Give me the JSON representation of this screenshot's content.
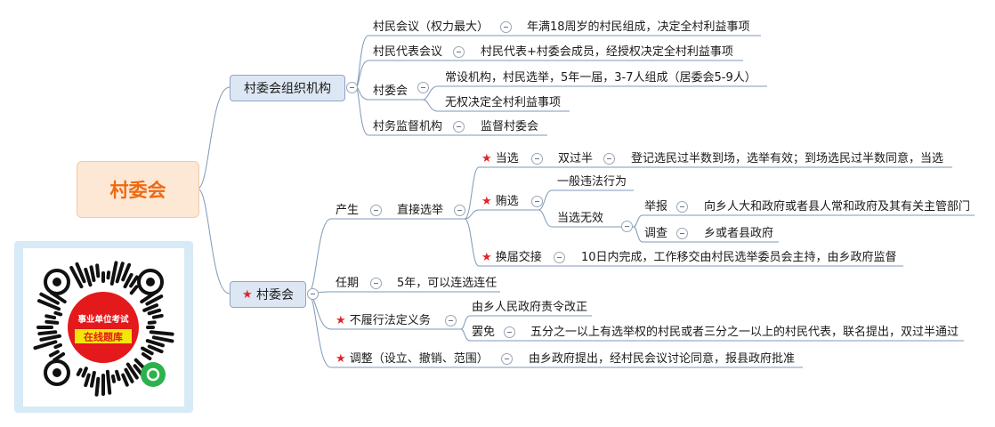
{
  "root": {
    "label": "村委会"
  },
  "branch_org": {
    "label": "村委会组织机构",
    "items": {
      "meeting": {
        "label": "村民会议（权力最大）",
        "desc": "年满18周岁的村民组成，决定全村利益事项"
      },
      "rep": {
        "label": "村民代表会议",
        "desc": "村民代表+村委会成员，经授权决定全村利益事项"
      },
      "committee": {
        "label": "村委会",
        "desc1": "常设机构，村民选举，5年一届，3-7人组成（居委会5-9人）",
        "desc2": "无权决定全村利益事项"
      },
      "supervise": {
        "label": "村务监督机构",
        "desc": "监督村委会"
      }
    }
  },
  "branch_cw": {
    "label": "村委会",
    "produce": {
      "label": "产生",
      "direct": "直接选举",
      "elected": {
        "label": "当选",
        "sub": "双过半",
        "desc": "登记选民过半数到场，选举有效；到场选民过半数同意，当选"
      },
      "bribe": {
        "label": "贿选",
        "general": "一般违法行为",
        "invalid": "当选无效",
        "report": {
          "label": "举报",
          "desc": "向乡人大和政府或者县人常和政府及其有关主管部门"
        },
        "investigate": {
          "label": "调查",
          "desc": "乡或者县政府"
        }
      },
      "handover": {
        "label": "换届交接",
        "desc": "10日内完成，工作移交由村民选举委员会主持，由乡政府监督"
      }
    },
    "term": {
      "label": "任期",
      "desc": "5年，可以连选连任"
    },
    "duty": {
      "label": "不履行法定义务",
      "order": "由乡人民政府责令改正",
      "recall": {
        "label": "罢免",
        "desc": "五分之一以上有选举权的村民或者三分之一以上的村民代表，联名提出，双过半通过"
      }
    },
    "adjust": {
      "label": "调整（设立、撤销、范围）",
      "desc": "由乡政府提出，经村民会议讨论同意，报县政府批准"
    }
  },
  "qr": {
    "line1": "事业单位考试",
    "line2": "在线题库"
  }
}
